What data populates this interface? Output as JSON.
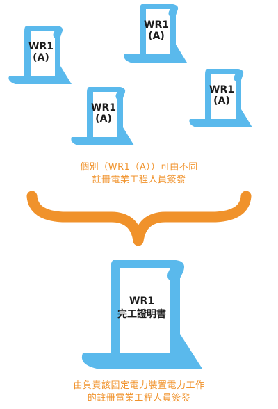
{
  "colors": {
    "scroll_blue": "#5ab9ec",
    "scroll_paper": "#ffffff",
    "accent_orange": "#f0922b",
    "text_dark": "#1b1b1b"
  },
  "permits": [
    {
      "line1": "WR1",
      "line2": "(A)"
    },
    {
      "line1": "WR1",
      "line2": "(A)"
    },
    {
      "line1": "WR1",
      "line2": "(A)"
    },
    {
      "line1": "WR1",
      "line2": "(A)"
    }
  ],
  "caption_top": {
    "line1": "個別（WR1（A））可由不同",
    "line2": "註冊電業工程人員簽發"
  },
  "brace_icon": "curly-brace-down",
  "completion_certificate": {
    "line1": "WR1",
    "line2": "完工證明書"
  },
  "caption_bottom": {
    "line1": "由負責該固定電力裝置電力工作",
    "line2": "的註冊電業工程人員簽發"
  }
}
